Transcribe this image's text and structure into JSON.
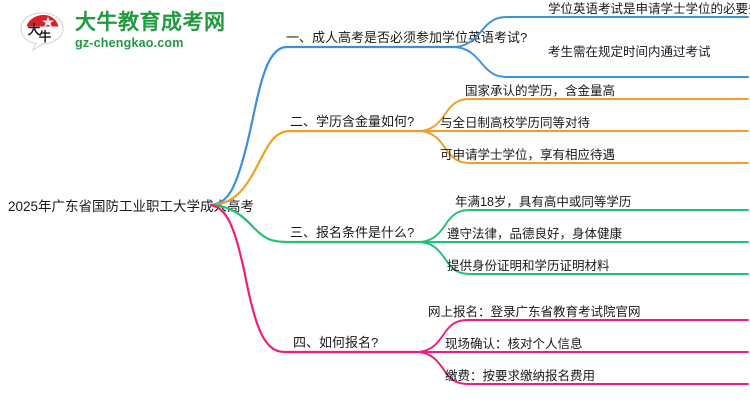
{
  "brand": {
    "logo_icon": "daniu-seal-icon",
    "title": "大牛教育成考网",
    "domain": "gz-chengkao.com",
    "color": "#1f9b3e"
  },
  "mindmap": {
    "root": {
      "label": "2025年广东省国防工业职工大学成人高考"
    },
    "branches": [
      {
        "label": "一、成人高考是否必须参加学位英语考试?",
        "color": "#3c8fdc",
        "children": [
          {
            "label": "学位英语考试是申请学士学位的必要条件"
          },
          {
            "label": "考生需在规定时间内通过考试"
          }
        ]
      },
      {
        "label": "二、学历含金量如何?",
        "color": "#eda024",
        "children": [
          {
            "label": "国家承认的学历，含金量高"
          },
          {
            "label": "与全日制高校学历同等对待"
          },
          {
            "label": "可申请学士学位，享有相应待遇"
          }
        ]
      },
      {
        "label": "三、报名条件是什么?",
        "color": "#1fc172",
        "children": [
          {
            "label": "年满18岁，具有高中或同等学历"
          },
          {
            "label": "遵守法律，品德良好，身体健康"
          },
          {
            "label": "提供身份证明和学历证明材料"
          }
        ]
      },
      {
        "label": "四、如何报名?",
        "color": "#f01d7a",
        "children": [
          {
            "label": "网上报名：登录广东省教育考试院官网"
          },
          {
            "label": "现场确认：核对个人信息"
          },
          {
            "label": "缴费：按要求缴纳报名费用"
          }
        ]
      }
    ]
  }
}
